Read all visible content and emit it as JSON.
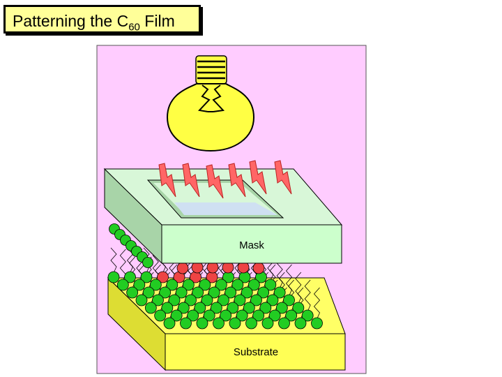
{
  "title": {
    "prefix": "Patterning the C",
    "subscript": "60",
    "suffix": " Film"
  },
  "labels": {
    "mask": "Mask",
    "substrate": "Substrate"
  },
  "colors": {
    "background_panel": "#ffccff",
    "bulb": "#ffff44",
    "mask_top": "#d8f7d8",
    "mask_front": "#ccffcc",
    "mask_side": "#a8d4a8",
    "substrate_top": "#ffff66",
    "substrate_front": "#ffff55",
    "substrate_side": "#dddd33",
    "molecule_green": "#22cc22",
    "molecule_red": "#ee4444",
    "light_bolt": "#ff6666",
    "window": "#cfe0f2"
  },
  "icons": [
    "light-bulb-icon",
    "lightning-bolt-icon"
  ]
}
